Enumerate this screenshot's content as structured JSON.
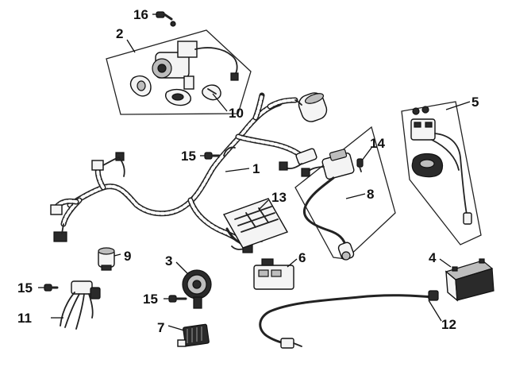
{
  "callouts": {
    "c1": "1",
    "c2": "2",
    "c3": "3",
    "c4": "4",
    "c5": "5",
    "c6": "6",
    "c7": "7",
    "c8": "8",
    "c9": "9",
    "c10": "10",
    "c11": "11",
    "c12": "12",
    "c13": "13",
    "c14": "14",
    "c15a": "15",
    "c15b": "15",
    "c15c": "15",
    "c16": "16"
  }
}
